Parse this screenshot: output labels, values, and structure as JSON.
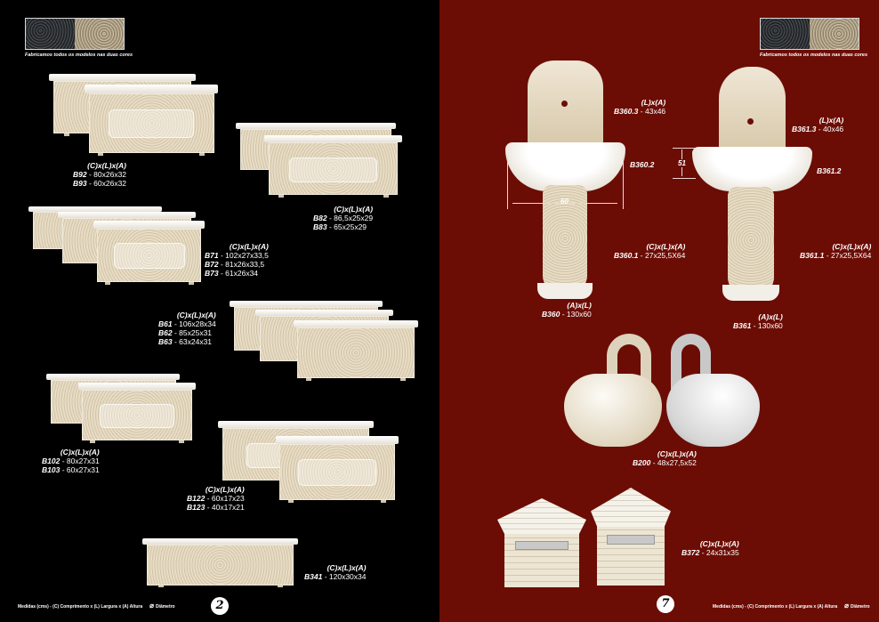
{
  "swatch_caption": "Fabricamos todos os modelos nas duas cores",
  "left_page": {
    "page_number": "2",
    "background": "#000000",
    "footer": {
      "measures": "Medidas (cms) - (C) Comprimento x (L) Largura x (A) Altura",
      "diameter_icon": "⌀",
      "diameter_label": "Diâmetro"
    },
    "products": [
      {
        "header": "(C)x(L)x(A)",
        "items": [
          {
            "code": "B92",
            "dims": "80x26x32"
          },
          {
            "code": "B93",
            "dims": "60x26x32"
          }
        ]
      },
      {
        "header": "(C)x(L)x(A)",
        "items": [
          {
            "code": "B82",
            "dims": "86,5x25x29"
          },
          {
            "code": "B83",
            "dims": "65x25x29"
          }
        ]
      },
      {
        "header": "(C)x(L)x(A)",
        "items": [
          {
            "code": "B71",
            "dims": "102x27x33,5"
          },
          {
            "code": "B72",
            "dims": "81x26x33,5"
          },
          {
            "code": "B73",
            "dims": "61x26x34"
          }
        ]
      },
      {
        "header": "(C)x(L)x(A)",
        "items": [
          {
            "code": "B61",
            "dims": "106x28x34"
          },
          {
            "code": "B62",
            "dims": "85x25x31"
          },
          {
            "code": "B63",
            "dims": "63x24x31"
          }
        ]
      },
      {
        "header": "(C)x(L)x(A)",
        "items": [
          {
            "code": "B102",
            "dims": "80x27x31"
          },
          {
            "code": "B103",
            "dims": "60x27x31"
          }
        ]
      },
      {
        "header": "(C)x(L)x(A)",
        "items": [
          {
            "code": "B122",
            "dims": "60x17x23"
          },
          {
            "code": "B123",
            "dims": "40x17x21"
          }
        ]
      },
      {
        "header": "(C)x(L)x(A)",
        "items": [
          {
            "code": "B341",
            "dims": "120x30x34"
          }
        ]
      }
    ]
  },
  "right_page": {
    "page_number": "7",
    "background": "#6b0d05",
    "footer": {
      "measures": "Medidas (cms) - (C) Comprimento x (L) Largura x (A) Altura",
      "diameter_icon": "⌀",
      "diameter_label": "Diâmetro"
    },
    "fountain_1": {
      "top_header": "(L)x(A)",
      "top_code": "B360.3",
      "top_dims": "43x46",
      "bowl_code": "B360.2",
      "width_dim": "60",
      "pedestal_header": "(C)x(L)x(A)",
      "pedestal_code": "B360.1",
      "pedestal_dims": "27x25,5X64",
      "total_header": "(A)x(L)",
      "total_code": "B360",
      "total_dims": "130x60"
    },
    "fountain_2": {
      "top_header": "(L)x(A)",
      "top_code": "B361.3",
      "top_dims": "40x46",
      "bowl_code": "B361.2",
      "height_dim": "51",
      "pedestal_header": "(C)x(L)x(A)",
      "pedestal_code": "B361.1",
      "pedestal_dims": "27x25,5X64",
      "total_header": "(A)x(L)",
      "total_code": "B361",
      "total_dims": "130x60"
    },
    "swans": {
      "header": "(C)x(L)x(A)",
      "code": "B200",
      "dims": "48x27,5x52"
    },
    "mailbox": {
      "header": "(C)x(L)x(A)",
      "code": "B372",
      "dims": "24x31x35"
    }
  }
}
